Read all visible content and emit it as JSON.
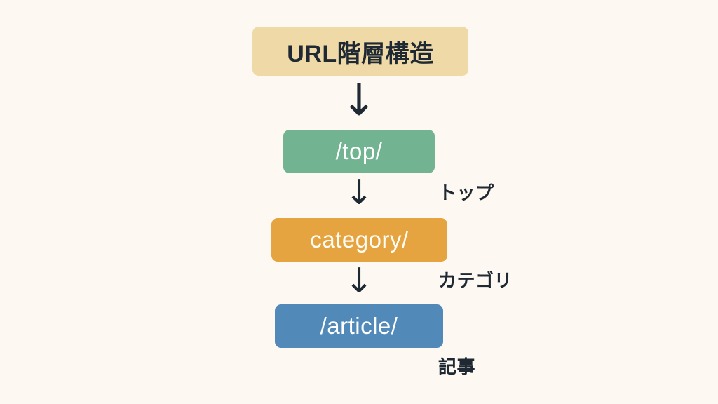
{
  "canvas": {
    "background_color": "#FDF9F2"
  },
  "diagram": {
    "title": "URL階層構造",
    "title_color": "#EFD9A7",
    "nodes": [
      {
        "id": "title",
        "label": "URL階層構造",
        "color": "#EFD9A7",
        "text_color": "#1F2933"
      },
      {
        "id": "top",
        "label": "/top/",
        "color": "#72B391",
        "text_color": "#FFFFFF",
        "annotation": "トップ"
      },
      {
        "id": "category",
        "label": "category/",
        "color": "#E5A440",
        "text_color": "#FFFDF6",
        "annotation": "カテゴリ"
      },
      {
        "id": "article",
        "label": "/article/",
        "color": "#5189B8",
        "text_color": "#FFFFFF",
        "annotation": "記事"
      }
    ],
    "arrows": [
      {
        "id": "arrow-title-to-top",
        "glyph": "↓"
      },
      {
        "id": "arrow-top-to-category",
        "glyph": "↓"
      },
      {
        "id": "arrow-category-to-article",
        "glyph": "↓"
      }
    ]
  }
}
